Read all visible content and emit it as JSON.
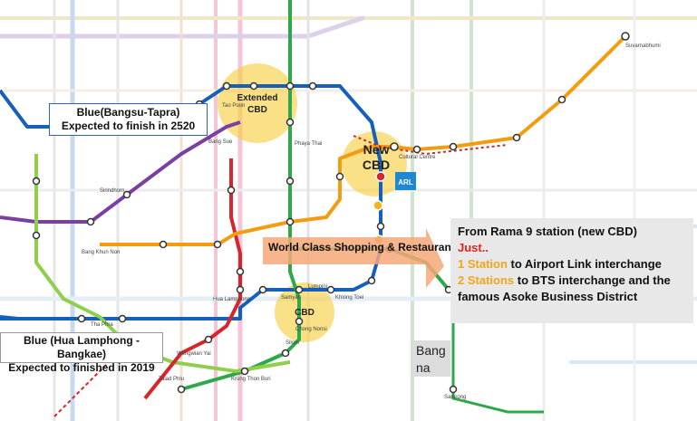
{
  "callouts": {
    "bangsu": {
      "line1": "Blue(Bangsu-Tapra)",
      "line2": "Expected to finish in 2520"
    },
    "hua_lamphong": {
      "line1": "Blue (Hua Lamphong - Bangkae)",
      "line2": "Expected to finished in 2019"
    },
    "rama9": {
      "title": "From Rama 9 station (new CBD)",
      "just": "Just..",
      "line3_num": "1 Station",
      "line3_rest": " to Airport Link interchange",
      "line4_num": "2 Stations",
      "line4_rest": " to BTS interchange and the",
      "line5": "famous Asoke Business District"
    }
  },
  "zones": {
    "extended_cbd_line1": "Extended",
    "extended_cbd_line2": "CBD",
    "new_cbd_line1": "New",
    "new_cbd_line2": "CBD",
    "cbd": "CBD"
  },
  "shopping_label": "World Class Shopping & Restaurant",
  "bang_na": {
    "line1": "Bang",
    "line2": "na"
  },
  "station_labels": {
    "bang_sue": "Bang Sue",
    "siam_cbd_left": "Sirindhorn",
    "bang_khun_non": "Bang Khun Non",
    "talad_phlu": "Talad Phlu",
    "tha_phra": "Tha Phra",
    "hua_lamphong": "Hua Lamphong",
    "lumpini": "Lumpini",
    "khlong_toei": "Khlong Toei",
    "samyan": "Samyan",
    "silom": "Silom",
    "chong_nonsi": "Chong Nonsi",
    "cultural_centre": "Cultural Centre",
    "suvarnabhumi": "Suvarnabhumi",
    "samrong": "Samrong",
    "wong_wian": "Wongwian Yai",
    "krung_thon": "Krung Thon Buri",
    "tao_poon": "Tao Poon",
    "phaya_thai": "Phaya Thai"
  },
  "airport_badge": "ARL",
  "colors": {
    "blue_line": "#1560bd",
    "purple_line": "#7b3fa0",
    "green_line": "#2ea84a",
    "light_green_line": "#8fcf4a",
    "red_line": "#d8252b",
    "orange_line": "#f39c12",
    "pink_line": "#f0a6c8",
    "yellow_highlight": "#f7d046",
    "arrow_orange": "#f5a878",
    "airport_blue": "#1e88d2"
  }
}
